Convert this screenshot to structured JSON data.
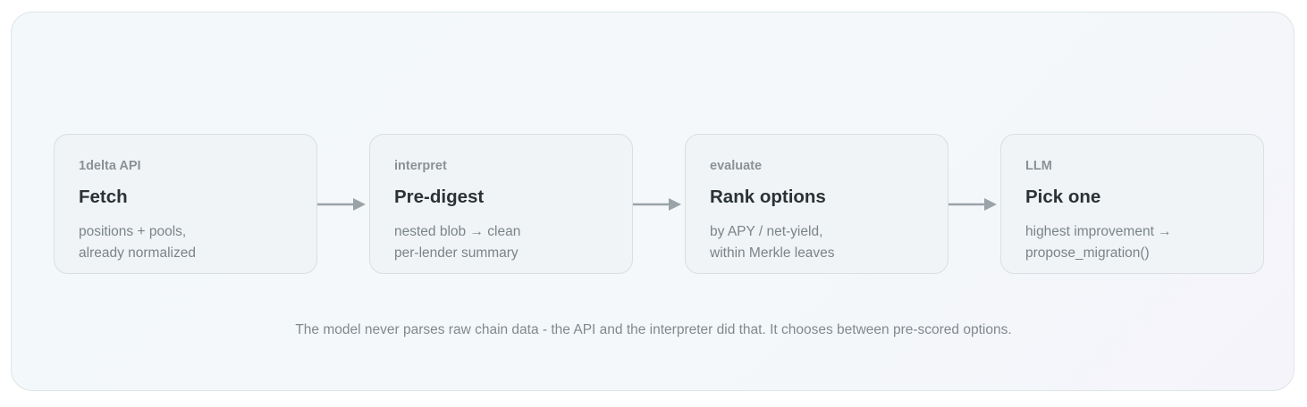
{
  "steps": [
    {
      "kicker": "1delta API",
      "title": "Fetch",
      "desc": [
        "positions + pools,",
        "already normalized"
      ]
    },
    {
      "kicker": "interpret",
      "title": "Pre-digest",
      "desc": [
        "nested blob → clean",
        "per-lender summary"
      ]
    },
    {
      "kicker": "evaluate",
      "title": "Rank options",
      "desc": [
        "by APY / net-yield,",
        "within Merkle leaves"
      ]
    },
    {
      "kicker": "LLM",
      "title": "Pick one",
      "desc": [
        "highest improvement →",
        "propose_migration()"
      ]
    }
  ],
  "caption": "The model never parses raw chain data - the API and the interpreter did that. It chooses between pre-scored options.",
  "colors": {
    "arrow": "#9aa3a7",
    "card_border": "#d9dfe2",
    "title": "#2b3236"
  }
}
